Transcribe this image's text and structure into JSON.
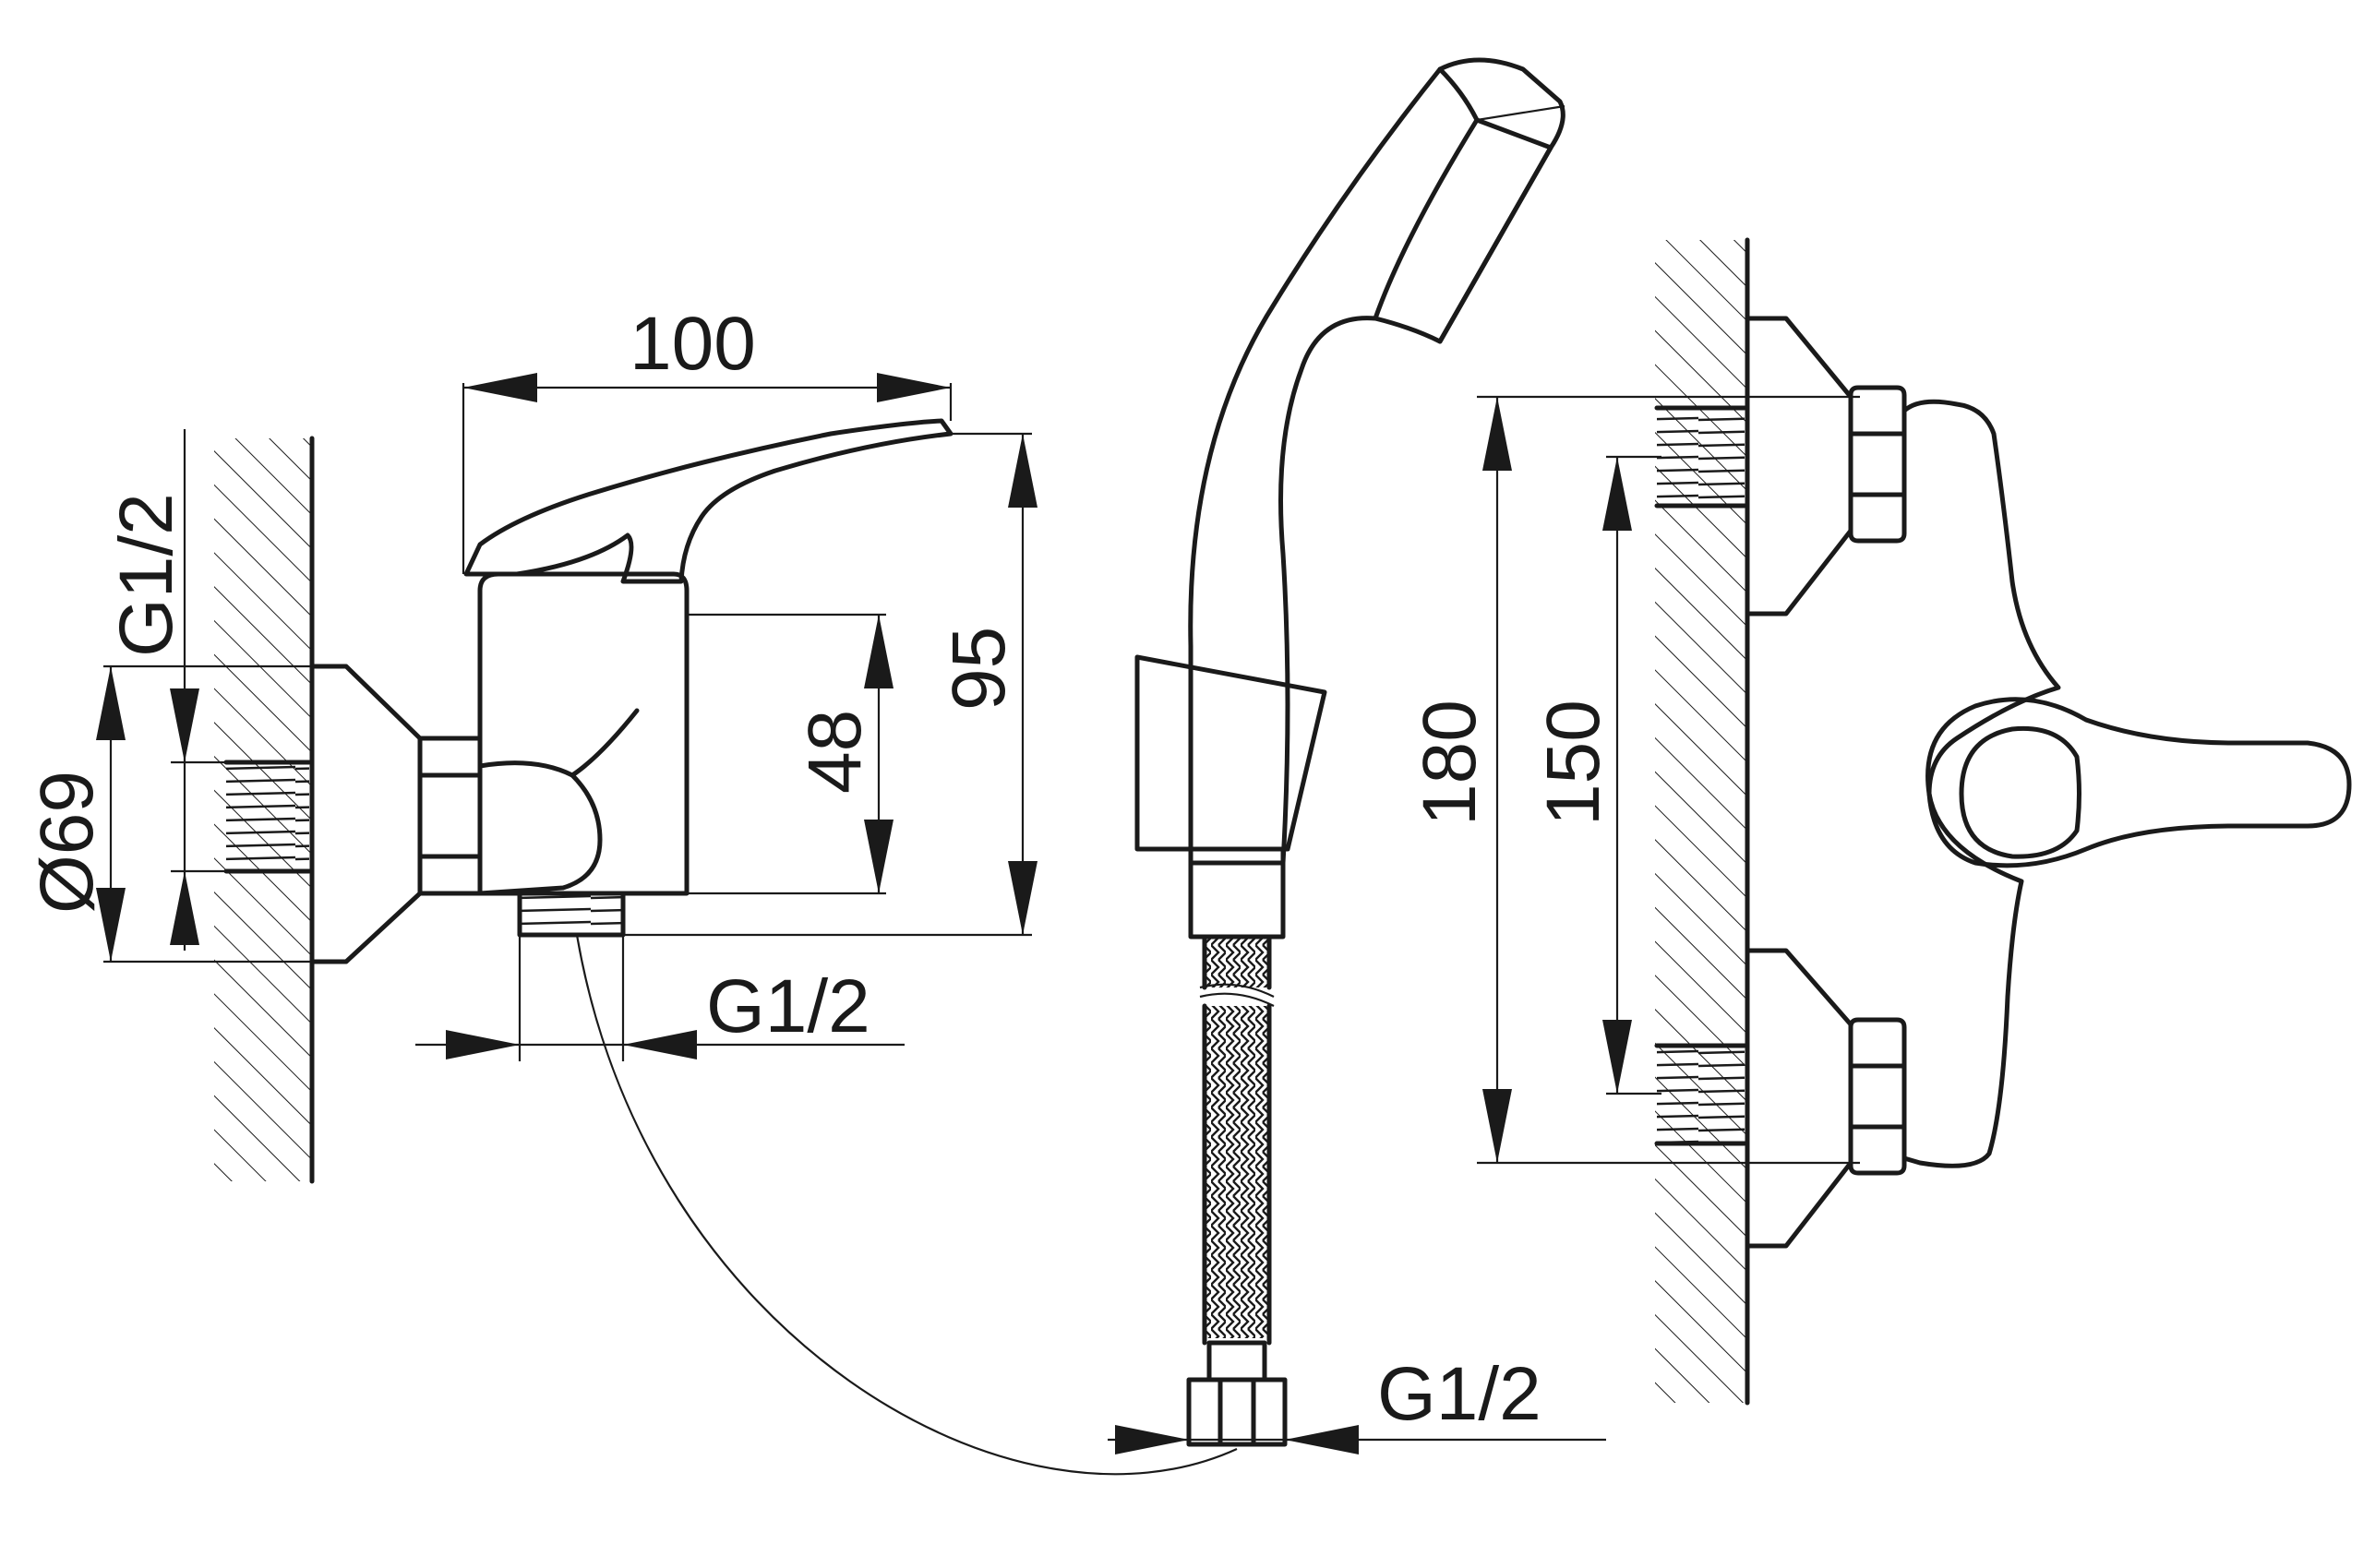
{
  "dimensions": {
    "width_label": "100",
    "height_label": "95",
    "body_height_label": "48",
    "flange_diameter_label": "Ø69",
    "wall_thread_label": "G1/2",
    "outlet_thread_label": "G1/2",
    "hose_thread_label": "G1/2",
    "spacing_outer_label": "180",
    "spacing_inner_label": "150"
  },
  "colors": {
    "line": "#1a1a1a",
    "background": "#ffffff"
  }
}
